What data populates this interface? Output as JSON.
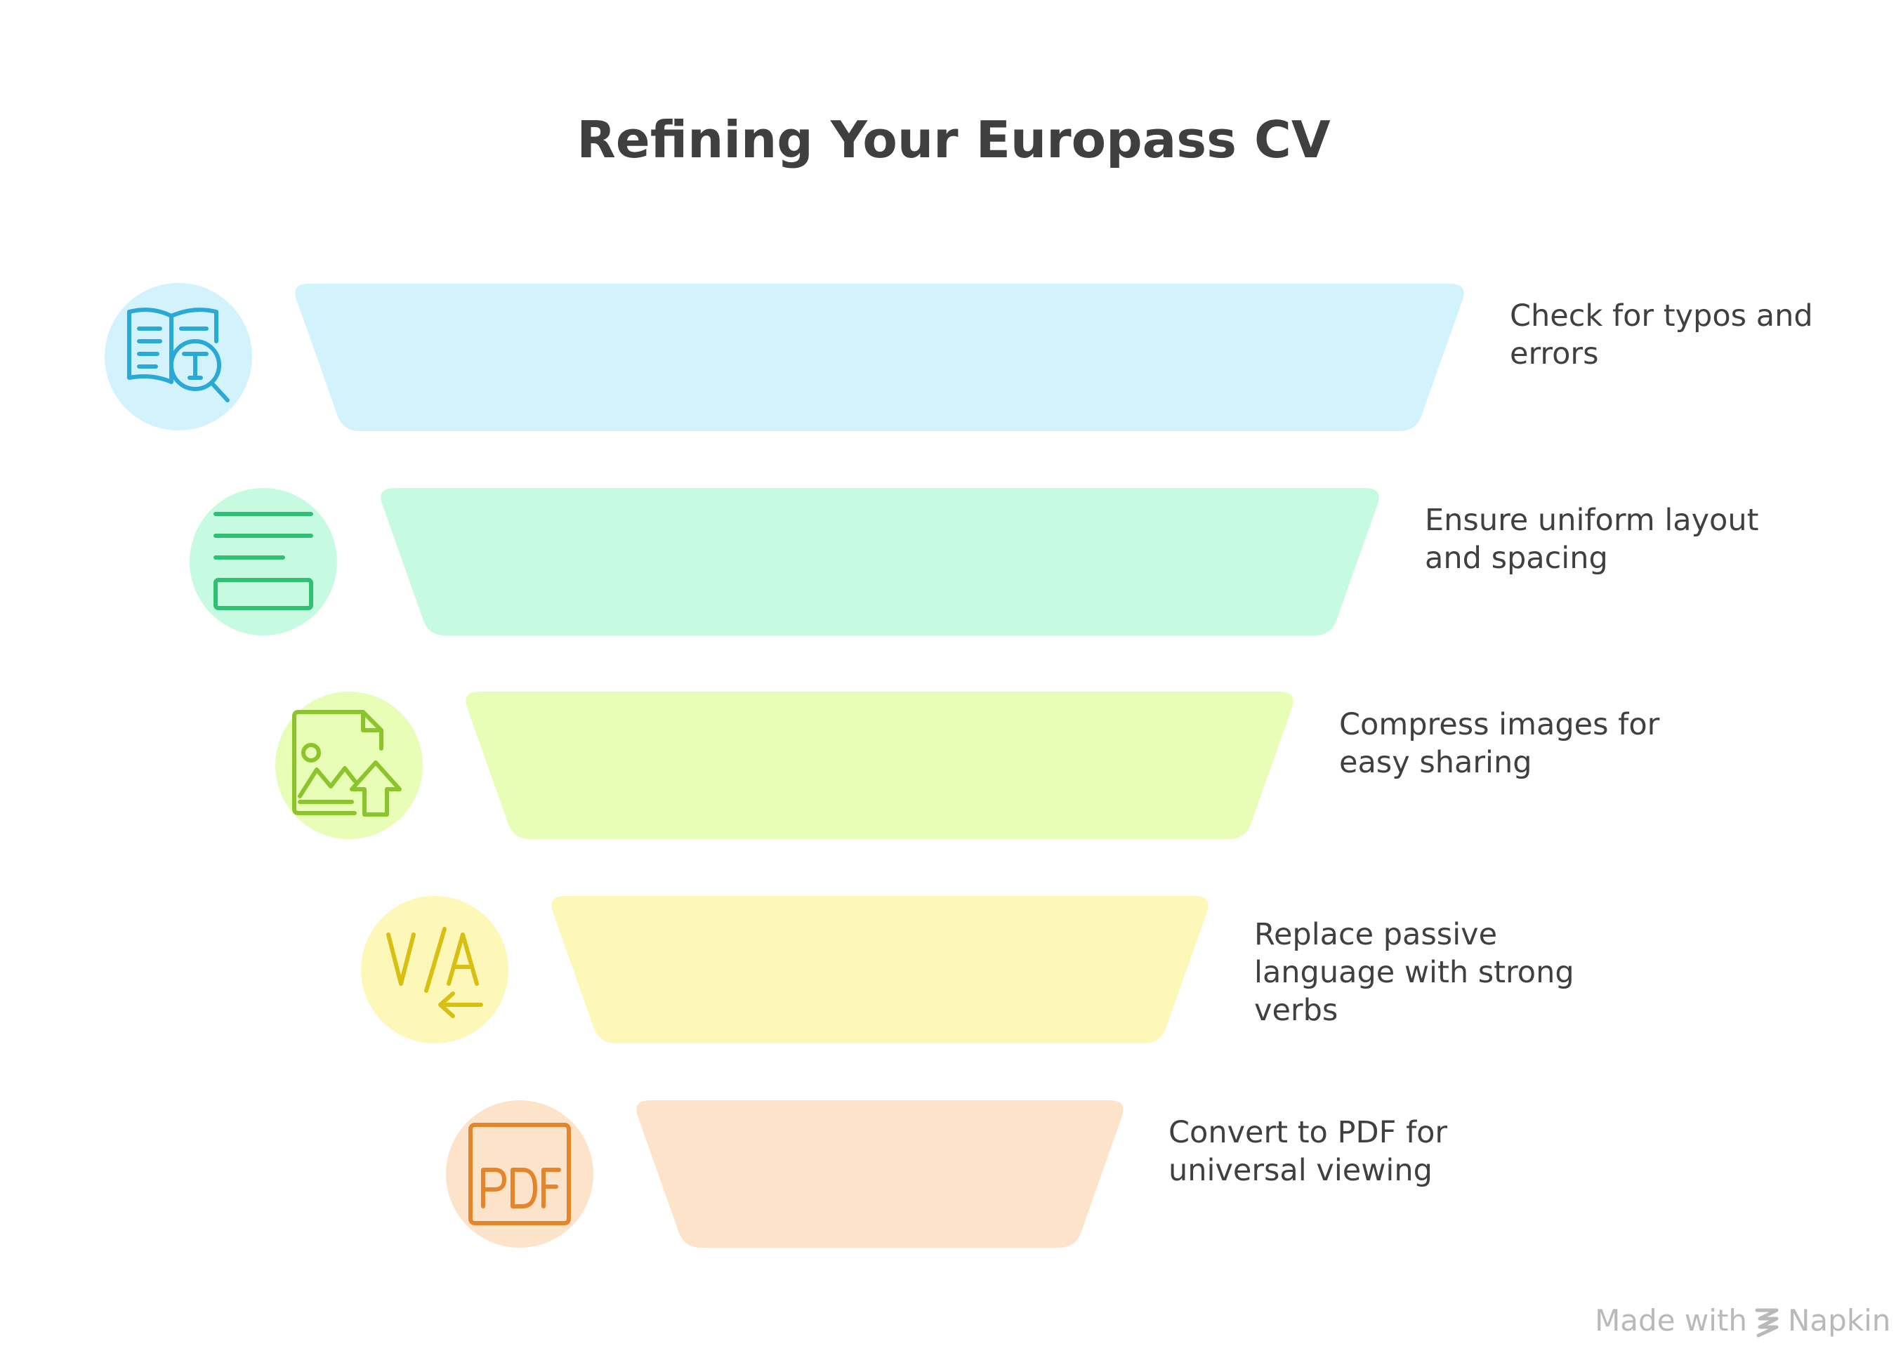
{
  "title": "Refining Your Europass CV",
  "steps": [
    {
      "label_lines": [
        "Check for typos and",
        "errors"
      ],
      "icon": "book-text-search-icon",
      "band_color": "#d3f3fc",
      "circle_color": "#d3f3fc",
      "icon_color": "#2aa9d8"
    },
    {
      "label_lines": [
        "Ensure uniform layout",
        "and spacing"
      ],
      "icon": "text-align-lines-icon",
      "band_color": "#c6fbe2",
      "circle_color": "#c6fbe2",
      "icon_color": "#2fbf75"
    },
    {
      "label_lines": [
        "Compress images for",
        "easy sharing"
      ],
      "icon": "image-upload-icon",
      "band_color": "#e8fdb6",
      "circle_color": "#e8fdb6",
      "icon_color": "#8cc42c"
    },
    {
      "label_lines": [
        "Replace passive",
        "language with strong",
        "verbs"
      ],
      "icon": "voice-active-passive-icon",
      "band_color": "#fdf7b8",
      "circle_color": "#fdf7b8",
      "icon_color": "#d9bf12"
    },
    {
      "label_lines": [
        "Convert to PDF for",
        "universal viewing"
      ],
      "icon": "pdf-file-icon",
      "band_color": "#fee3cb",
      "circle_color": "#fee3cb",
      "icon_color": "#e5852b"
    }
  ],
  "watermark": {
    "prefix": "Made with",
    "brand": "Napkin",
    "icon": "napkin-logo-icon"
  }
}
